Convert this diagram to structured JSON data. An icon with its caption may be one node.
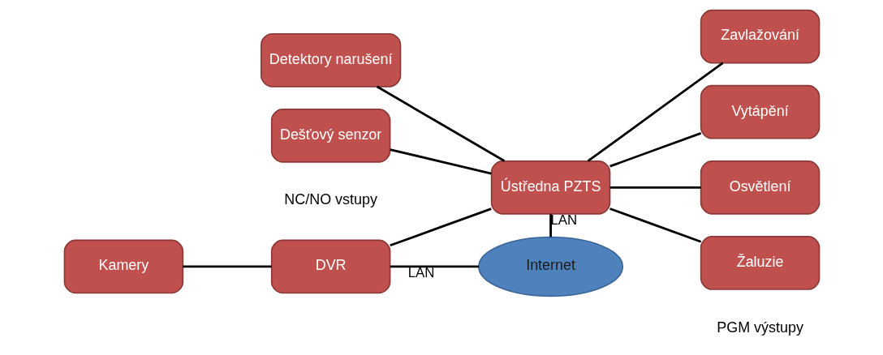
{
  "diagram": {
    "nodes": [
      {
        "text": [
          "Detektory narušení"
        ]
      },
      {
        "text": [
          "Dešťový senzor"
        ]
      },
      {
        "text": [
          "Kamery"
        ]
      },
      {
        "text": [
          "DVR"
        ]
      },
      {
        "text": [
          "Ústředna PZTS"
        ]
      },
      {
        "text": [
          "Internet"
        ]
      },
      {
        "text": [
          "Zavlažování"
        ]
      },
      {
        "text": [
          "Vytápění"
        ]
      },
      {
        "text": [
          "Osvětlení"
        ]
      },
      {
        "text": [
          "Žaluzie"
        ]
      }
    ],
    "edges": [
      {
        "from": 0,
        "to": 4,
        "arrow": "none"
      },
      {
        "from": 1,
        "to": 4,
        "arrow": "none"
      },
      {
        "from": 3,
        "to": 4,
        "arrow": "none"
      },
      {
        "from": 2,
        "to": 3,
        "arrow": "none"
      },
      {
        "from": 3,
        "to": 5,
        "arrow": "none",
        "label": "LAN"
      },
      {
        "from": 4,
        "to": 5,
        "arrow": "none",
        "label": "LAN"
      },
      {
        "from": 4,
        "to": 6,
        "arrow": "none"
      },
      {
        "from": 4,
        "to": 7,
        "arrow": "none"
      },
      {
        "from": 4,
        "to": 8,
        "arrow": "none"
      },
      {
        "from": 4,
        "to": 9,
        "arrow": "none"
      }
    ],
    "labels": [
      "NC/NO vstupy",
      "PGM výstupy"
    ]
  }
}
